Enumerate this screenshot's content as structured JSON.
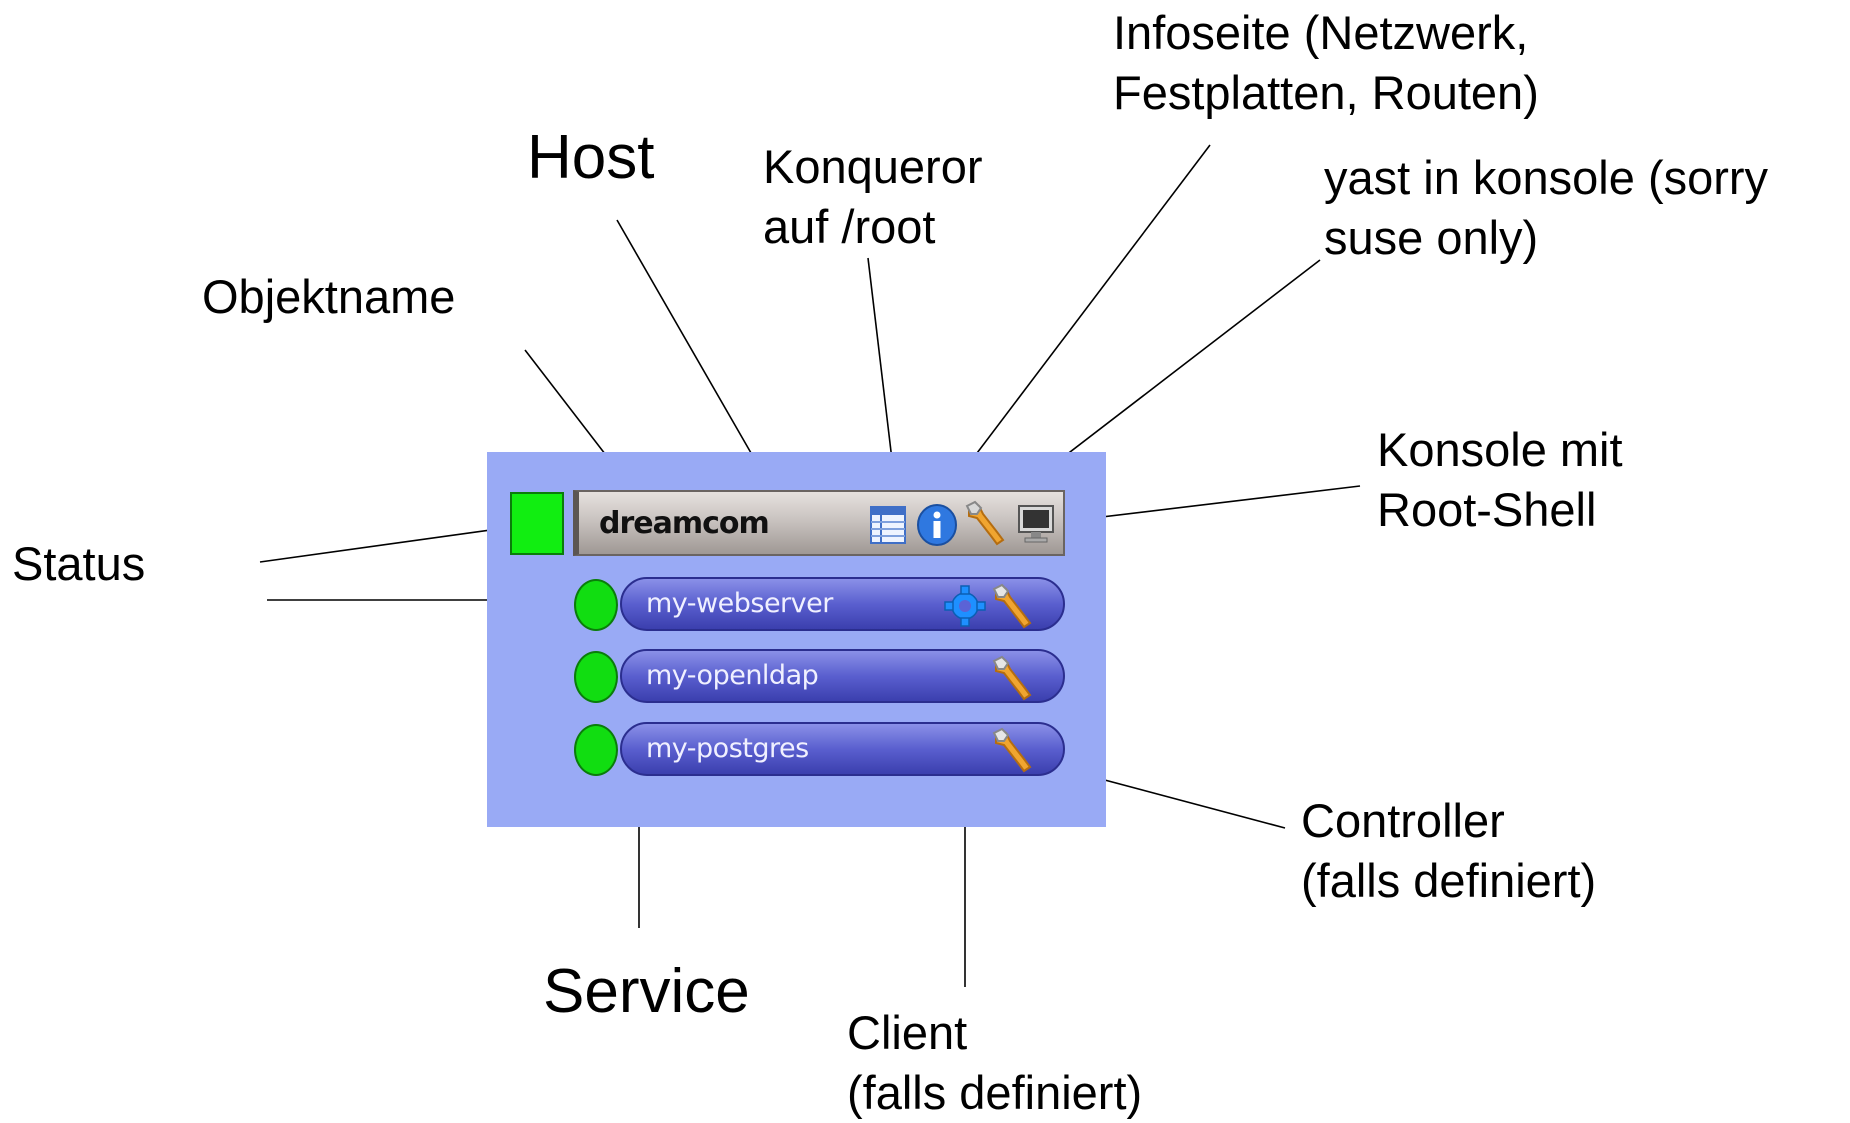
{
  "labels": {
    "infoseite_line1": "Infoseite (Netzwerk,",
    "infoseite_line2": "Festplatten, Routen)",
    "host": "Host",
    "konqueror_line1": "Konqueror",
    "konqueror_line2": "auf /root",
    "yast_line1": "yast in konsole (sorry",
    "yast_line2": "suse only)",
    "objektname": "Objektname",
    "konsole_line1": "Konsole mit",
    "konsole_line2": "Root-Shell",
    "status": "Status",
    "controller_line1": "Controller",
    "controller_line2": "(falls definiert)",
    "service": "Service",
    "client_line1": "Client",
    "client_line2": "(falls definiert)"
  },
  "host": {
    "name": "dreamcom",
    "status_color": "#11ee11",
    "icons": [
      "table-icon",
      "info-icon",
      "wrench-icon",
      "monitor-icon"
    ]
  },
  "services": [
    {
      "name": "my-webserver",
      "status_color": "#11dd11",
      "icons": [
        "gear-icon",
        "wrench-icon"
      ]
    },
    {
      "name": "my-openldap",
      "status_color": "#11dd11",
      "icons": [
        "wrench-icon"
      ]
    },
    {
      "name": "my-postgres",
      "status_color": "#11dd11",
      "icons": [
        "wrench-icon"
      ]
    }
  ],
  "colors": {
    "panel": "#99aaf5",
    "service_bar": "#5a5fcf",
    "host_bar": "#c9c3c0"
  }
}
